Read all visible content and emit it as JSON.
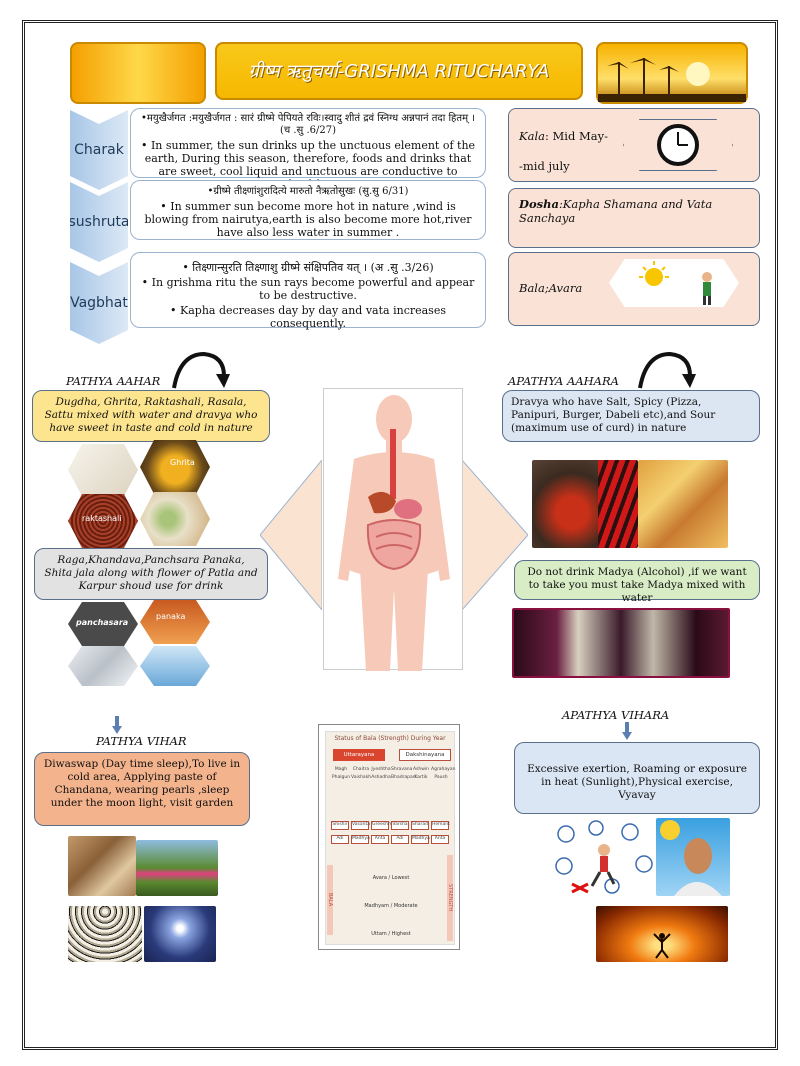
{
  "title": "ग्रीष्म ऋतुचर्या-GRISHMA RITUCHARYA",
  "sources": [
    {
      "name": "Charak",
      "lines": [
        "•मयुखैर्जगत :मयुखैर्जगत : सारं ग्रीष्मे पेपियते रविः।स्वादु शीतं द्रवं स्निग्ध अन्नपानं तदा हितम् ।(च .सु .6/27)",
        "• In summer, the sun drinks up the unctuous element of the earth, During this season, therefore, foods and drinks that are sweet, cool liquid and unctuous are conductive to health."
      ]
    },
    {
      "name": "sushruta",
      "lines": [
        "•ग्रीष्मे तीक्ष्णांशुरादित्ये मारुतो नैऋतोसुखः (सु.सु 6/31)",
        "• In summer sun become more hot in nature ,wind is blowing from nairutya,earth is also become more hot,river have also less water in summer ."
      ]
    },
    {
      "name": "Vagbhat",
      "lines": [
        "• तिक्ष्णान्सुरति तिक्ष्णाशु ग्रीष्मे संक्षिपतिव यत् । (अ .सु .3/26)",
        "• In grishma ritu the sun rays become powerful and appear to be destructive.",
        "• Kapha decreases day by day and vata increases consequently."
      ]
    }
  ],
  "kala": {
    "label": "Kala",
    "text1": ": Mid May-",
    "text2": "-mid july"
  },
  "dosha": {
    "label": "Dosha",
    "text": ":Kapha Shamana and Vata Sanchaya"
  },
  "bala": {
    "label": "Bala;",
    "text": "Avara"
  },
  "pathya_aahar": {
    "heading": "PATHYA AAHAR",
    "text": "Dugdha, Ghrita, Raktashali, Rasala, Sattu mixed with water and dravya who have sweet in taste and cold in nature",
    "img_labels": [
      "Ghrita",
      "raktashali"
    ],
    "drinks_text": "Raga,Khandava,Panchsara Panaka, Shita jala along with flower of Patla and Karpur shoud use for drink",
    "drink_labels": [
      "panchasara",
      "panaka"
    ]
  },
  "apathya_aahara": {
    "heading": "APATHYA AAHARA",
    "text": "Dravya who have Salt, Spicy (Pizza, Panipuri, Burger, Dabeli etc),and Sour (maximum use of curd) in nature",
    "madya_text": "Do not drink Madya (Alcohol) ,if we want to take you must take Madya mixed with water"
  },
  "pathya_vihar": {
    "heading": "PATHYA VIHAR",
    "text": "Diwaswap (Day time sleep),To live in cold area, Applying paste of Chandana, wearing pearls ,sleep under the moon light, visit garden"
  },
  "apathya_vihara": {
    "heading": "APATHYA VIHARA",
    "text": "Excessive exertion, Roaming or exposure in heat (Sunlight),Physical exercise, Vyavay"
  },
  "bala_chart": {
    "title": "Status of Bala (Strength) During Year",
    "uttarayana": "Uttarayana",
    "dakshinayana": "Dakshinayana",
    "months": [
      "Magh",
      "Phalgun",
      "Chaitra",
      "Vaishakh",
      "Jyeshtha",
      "Ashadha",
      "Shravana",
      "Bhadrapad",
      "Ashwin",
      "Kartik",
      "Agrahayan",
      "Paush"
    ],
    "seasons": [
      "Shishir",
      "Vasanta",
      "Greeshma",
      "Varsha",
      "Sharad",
      "Hemant"
    ],
    "bala_levels": [
      "Adi",
      "Madhya",
      "Anta",
      "Adi",
      "Madhya",
      "Anta"
    ],
    "levels": [
      "Avara / Lowest",
      "Madhyam / Moderate",
      "Uttam / Highest"
    ],
    "side_left": "BALA",
    "side_right": "STRENGTH"
  },
  "colors": {
    "title_bg": "#f6b800",
    "pathya_bg": "#fde58f",
    "apathya_bg": "#dce6f2",
    "drinks_bg": "#e2e2e2",
    "madya_bg": "#d8ecc6",
    "vihar_bg": "#f3b38c",
    "apathya_vihar_bg": "#dbe6f4",
    "side_bg": "#fae3d6"
  }
}
